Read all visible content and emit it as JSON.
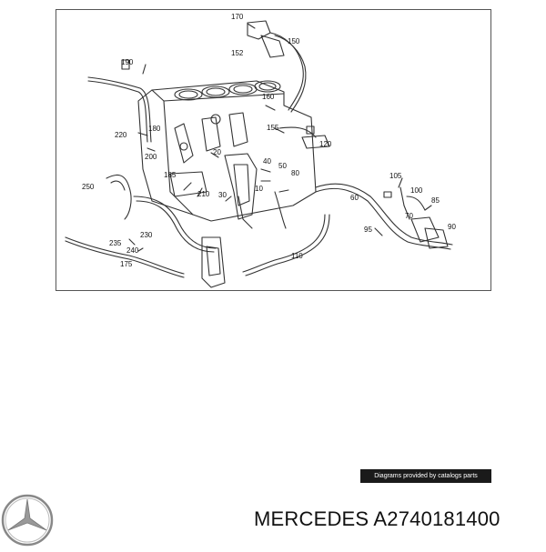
{
  "diagram": {
    "callouts": [
      {
        "id": "c170",
        "text": "170"
      },
      {
        "id": "c150",
        "text": "150"
      },
      {
        "id": "c152",
        "text": "152"
      },
      {
        "id": "c190",
        "text": "190"
      },
      {
        "id": "c160",
        "text": "160"
      },
      {
        "id": "c180",
        "text": "180"
      },
      {
        "id": "c155",
        "text": "155"
      },
      {
        "id": "c220",
        "text": "220"
      },
      {
        "id": "c120",
        "text": "120"
      },
      {
        "id": "c200",
        "text": "200"
      },
      {
        "id": "c20",
        "text": "20"
      },
      {
        "id": "c40",
        "text": "40"
      },
      {
        "id": "c50",
        "text": "50"
      },
      {
        "id": "c185",
        "text": "185"
      },
      {
        "id": "c80",
        "text": "80"
      },
      {
        "id": "c250",
        "text": "250"
      },
      {
        "id": "c210",
        "text": "210"
      },
      {
        "id": "c10",
        "text": "10"
      },
      {
        "id": "c105",
        "text": "105"
      },
      {
        "id": "c30",
        "text": "30"
      },
      {
        "id": "c100",
        "text": "100"
      },
      {
        "id": "c60",
        "text": "60"
      },
      {
        "id": "c85",
        "text": "85"
      },
      {
        "id": "c70",
        "text": "70"
      },
      {
        "id": "c90",
        "text": "90"
      },
      {
        "id": "c95",
        "text": "95"
      },
      {
        "id": "c230",
        "text": "230"
      },
      {
        "id": "c235",
        "text": "235"
      },
      {
        "id": "c240",
        "text": "240"
      },
      {
        "id": "c110",
        "text": "110"
      },
      {
        "id": "c175",
        "text": "175"
      }
    ]
  },
  "credit": "Diagrams provided by catalogs parts",
  "brand": {
    "logo_icon": "mercedes-star-icon"
  },
  "caption": "MERCEDES A2740181400",
  "colors": {
    "line": "#333333",
    "frame": "#555555",
    "credit_bg": "#1a1a1a"
  }
}
